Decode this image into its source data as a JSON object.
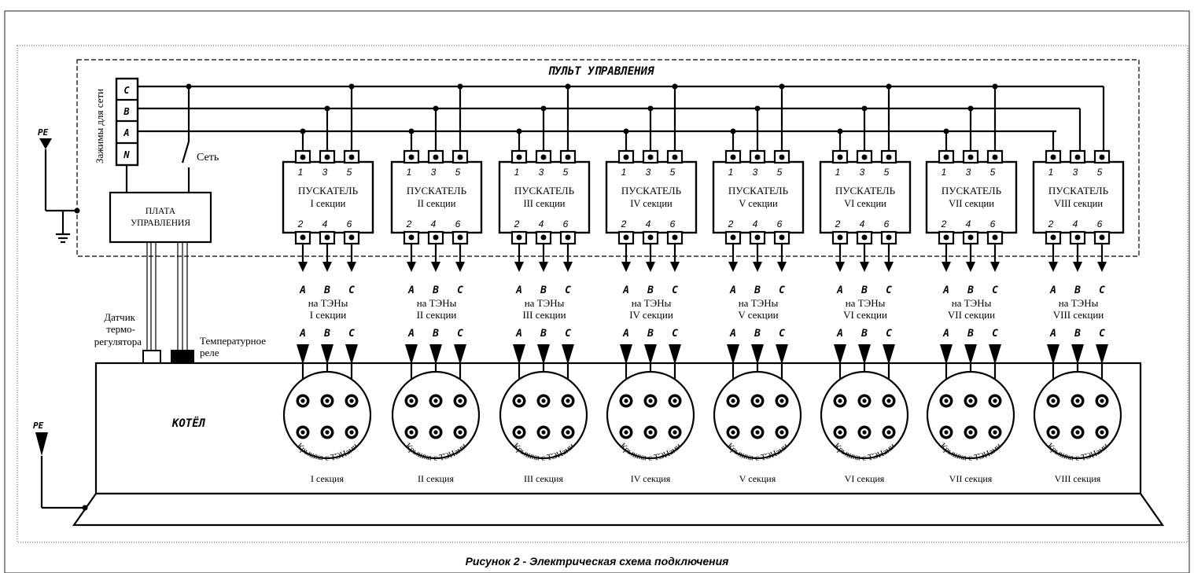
{
  "panel": {
    "title": "ПУЛЬТ УПРАВЛЕНИЯ"
  },
  "terminals": {
    "label": "Зажимы для сети",
    "items": [
      "C",
      "B",
      "A",
      "N"
    ]
  },
  "switch": {
    "label": "Сеть"
  },
  "board": {
    "line1": "ПЛАТА",
    "line2": "УПРАВЛЕНИЯ"
  },
  "pe": {
    "label": "PE"
  },
  "sensor": {
    "line1": "Датчик",
    "line2": "термо-",
    "line3": "регулятора"
  },
  "relay": {
    "line1": "Температурное",
    "line2": "реле"
  },
  "boiler": {
    "label": "КОТЁЛ"
  },
  "starter": {
    "title": "ПУСКАТЕЛЬ",
    "pins_top": [
      "1",
      "3",
      "5"
    ],
    "pins_bottom": [
      "2",
      "4",
      "6"
    ]
  },
  "phases": [
    "A",
    "B",
    "C"
  ],
  "to_heaters": "на ТЭНы",
  "lid_label": "Крышка с ТЭНами",
  "sections": [
    {
      "starter_label": "I секции",
      "section_label": "I секция"
    },
    {
      "starter_label": "II секции",
      "section_label": "II секция"
    },
    {
      "starter_label": "III секции",
      "section_label": "III секция"
    },
    {
      "starter_label": "IV секции",
      "section_label": "IV секция"
    },
    {
      "starter_label": "V секции",
      "section_label": "V секция"
    },
    {
      "starter_label": "VI секции",
      "section_label": "VI секция"
    },
    {
      "starter_label": "VII секции",
      "section_label": "VII секция"
    },
    {
      "starter_label": "VIII секции",
      "section_label": "VIII секция"
    }
  ],
  "caption": "Рисунок 2 - Электрическая схема подключения"
}
